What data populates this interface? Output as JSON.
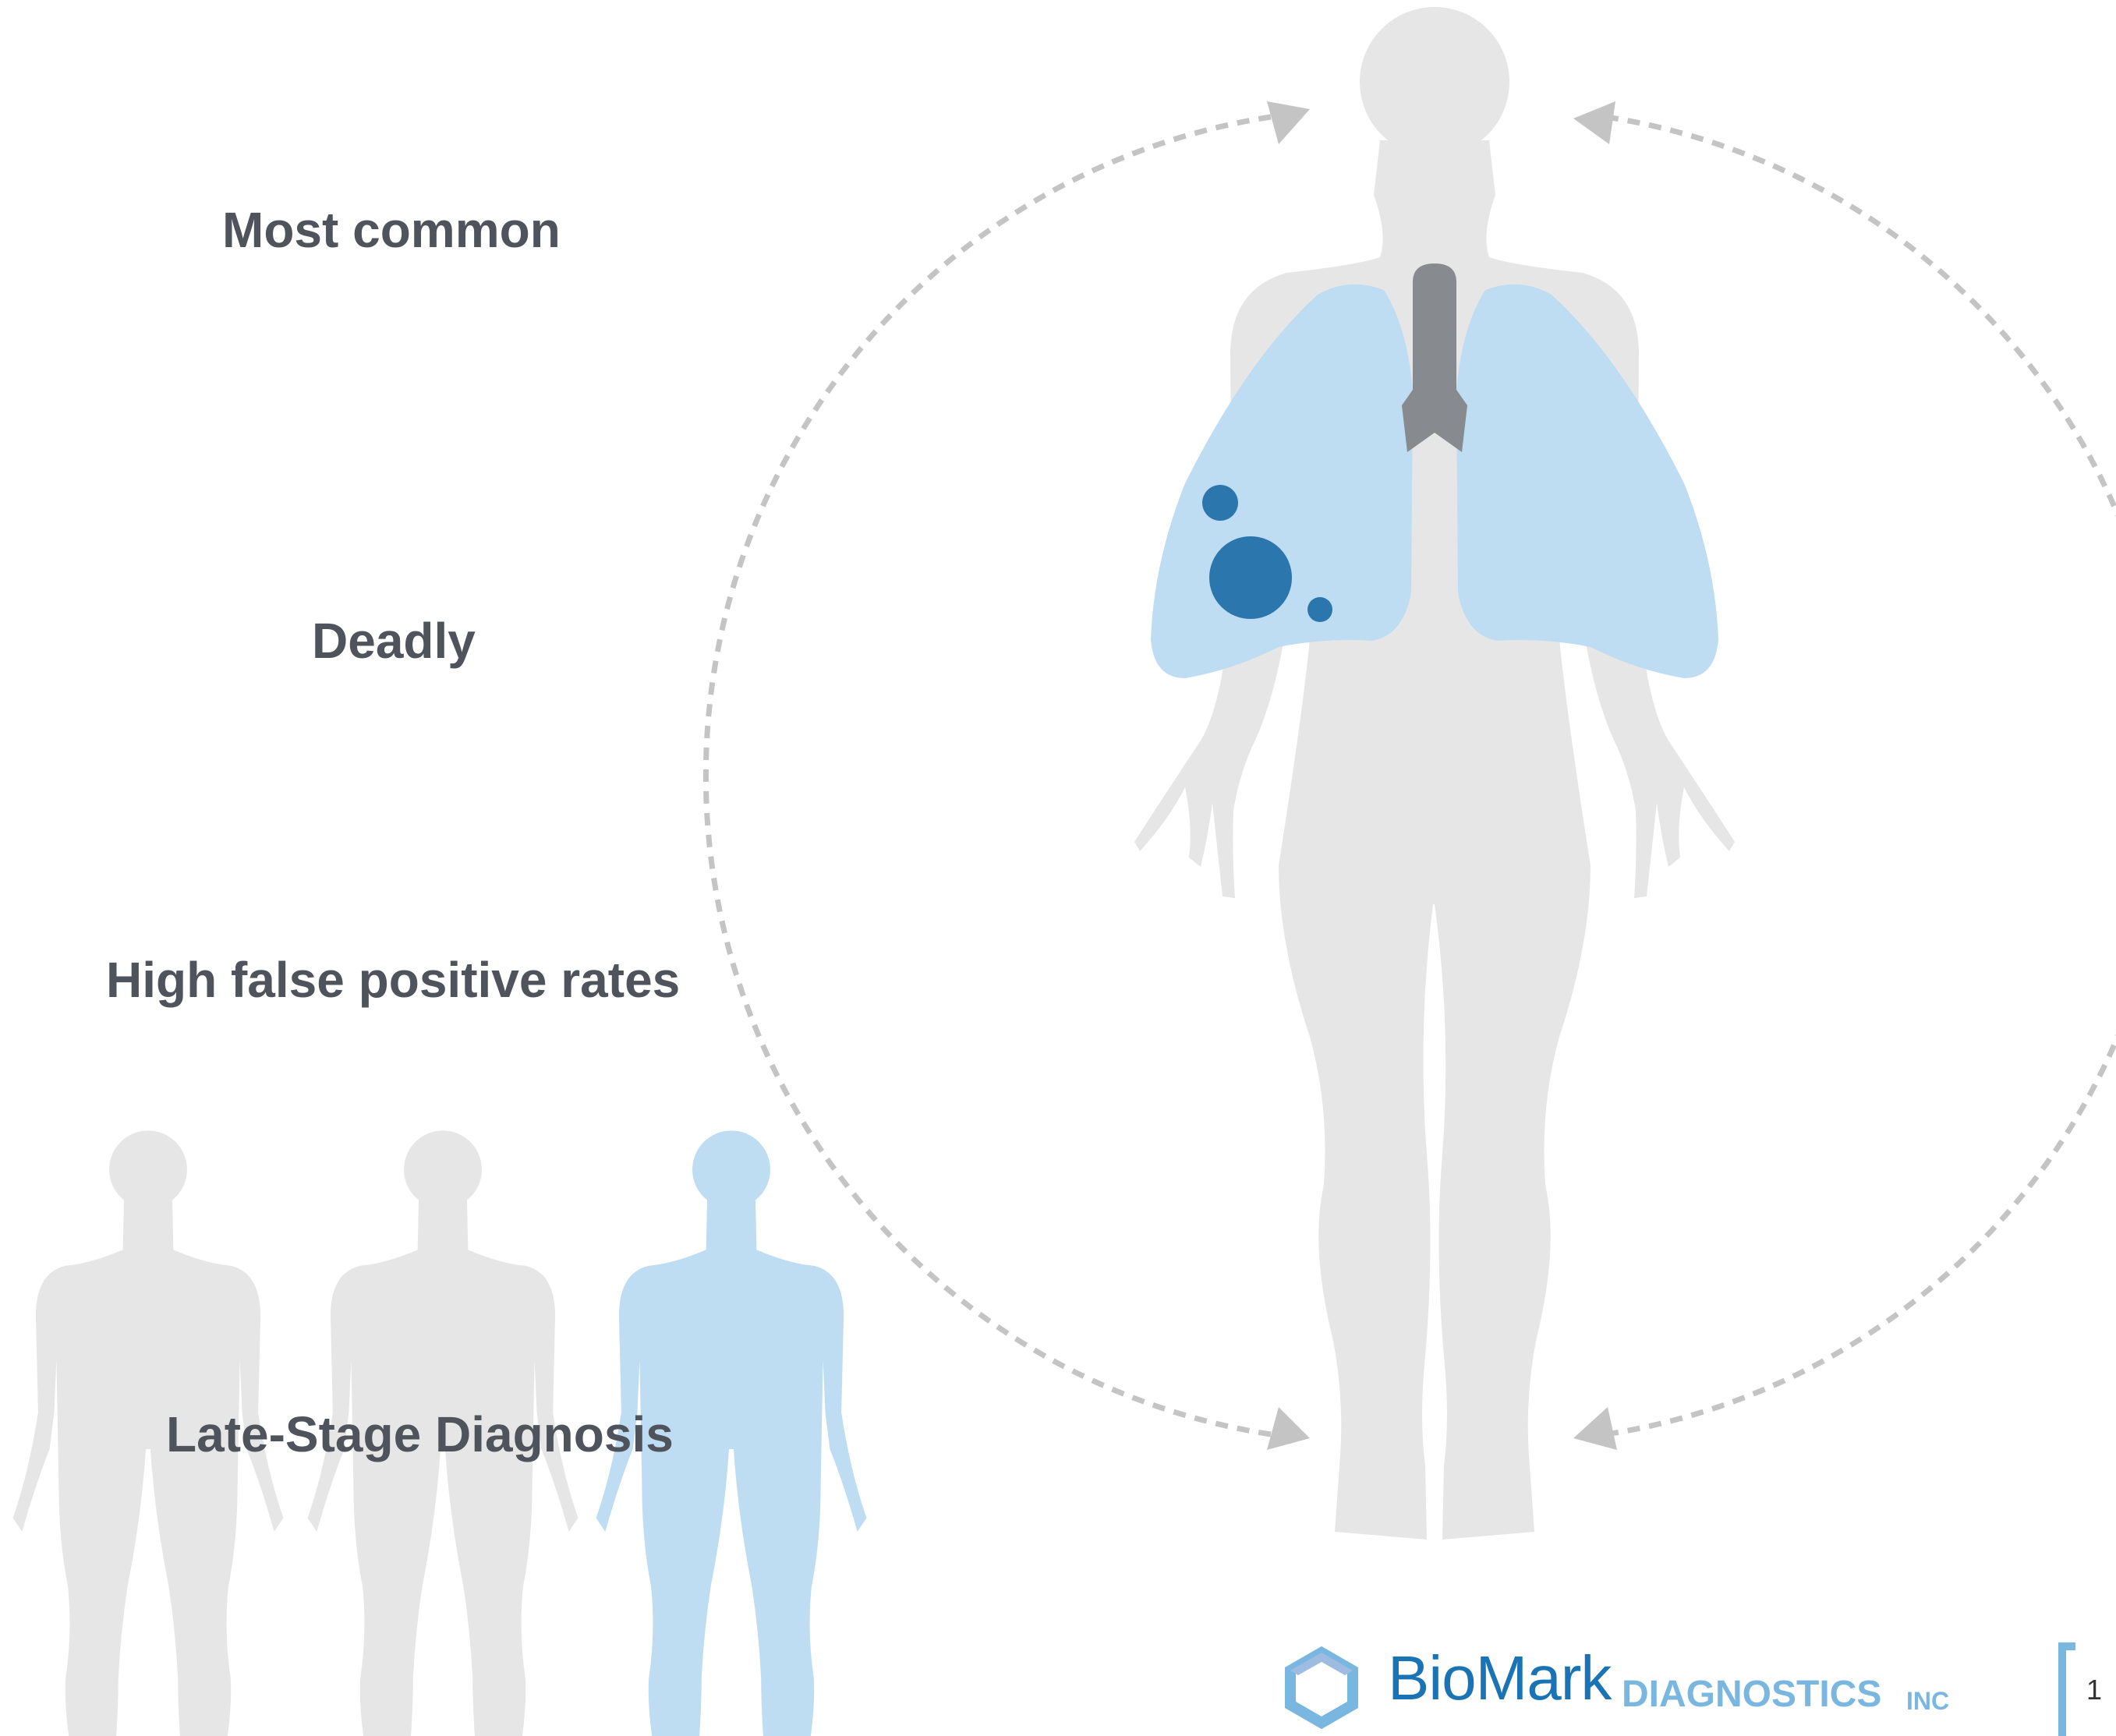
{
  "labels": {
    "most_common": "Most common",
    "deadly": "Deadly",
    "false_positive": "High false positive rates",
    "late_stage": "Late-Stage Diagnosis"
  },
  "logo": {
    "name": "BioMark",
    "sub": "DIAGNOSTICS",
    "inc": "INC"
  },
  "page_number": "1",
  "colors": {
    "text": "#4f545c",
    "body_grey": "#e6e6e6",
    "lung_blue": "#bedcf2",
    "highlight_figure": "#bedcf2",
    "tumor": "#2b77ad",
    "trachea": "#878a8e",
    "arrow": "#c4c4c4",
    "brand_dark": "#1a73b5",
    "brand_light": "#7ab7e0"
  }
}
